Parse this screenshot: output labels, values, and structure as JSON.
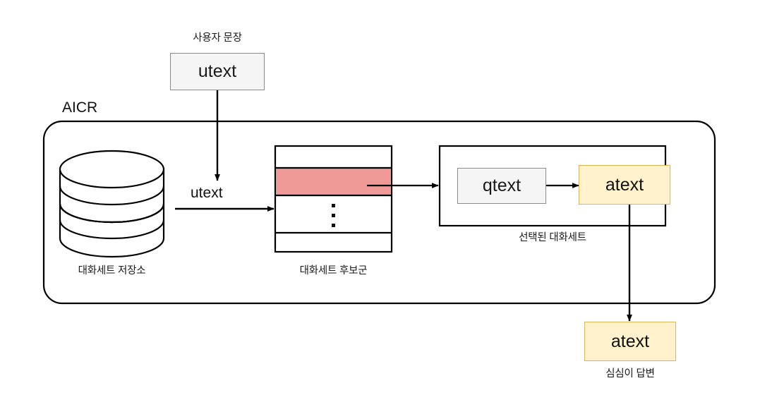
{
  "diagram": {
    "title": "AICR",
    "nodes": {
      "user_utterance_box": {
        "label": "utext",
        "caption": "사용자 문장"
      },
      "dialog_store": {
        "caption": "대화세트 저장소",
        "icon": "database-cylinder-icon"
      },
      "candidate_table": {
        "caption": "대화세트 후보군",
        "rows": [
          "",
          "",
          "⋮",
          ""
        ]
      },
      "selected_set": {
        "caption": "선택된 대화세트"
      },
      "qtext_box": {
        "label": "qtext"
      },
      "atext_box": {
        "label": "atext"
      },
      "final_answer_box": {
        "label": "atext",
        "caption": "심심이 답변"
      }
    },
    "edges": [
      {
        "label": "utext",
        "from": "user_utterance_box",
        "to": "candidate_table"
      },
      {
        "label": "utext",
        "from": "dialog_store",
        "to": "candidate_table"
      },
      {
        "label": "",
        "from": "candidate_table",
        "to": "selected_set"
      },
      {
        "label": "",
        "from": "qtext_box",
        "to": "atext_box"
      },
      {
        "label": "",
        "from": "atext_box",
        "to": "final_answer_box"
      }
    ],
    "colors": {
      "highlight_row": "#ef9a96",
      "yellow_fill": "#fff2cc",
      "yellow_border": "#d6b656",
      "gray_fill": "#f5f5f5",
      "gray_border": "#8c8c8c",
      "stroke": "#000000",
      "background": "#ffffff"
    }
  }
}
